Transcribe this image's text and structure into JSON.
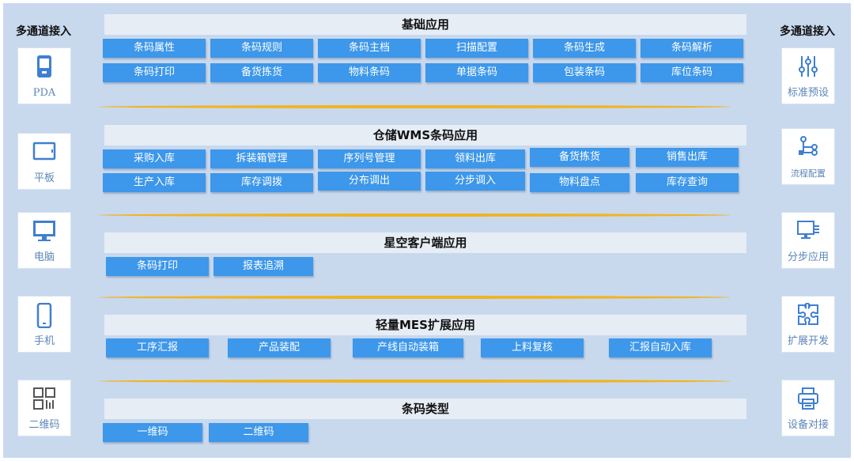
{
  "left_panel": {
    "title": "多通道接入",
    "items": [
      {
        "icon": "pda-icon",
        "label": "PDA"
      },
      {
        "icon": "tablet-icon",
        "label": "平板"
      },
      {
        "icon": "monitor-icon",
        "label": "电脑"
      },
      {
        "icon": "phone-icon",
        "label": "手机"
      },
      {
        "icon": "qrcode-icon",
        "label": "二维码"
      }
    ]
  },
  "right_panel": {
    "title": "多通道接入",
    "items": [
      {
        "icon": "sliders-icon",
        "label": "标准预设"
      },
      {
        "icon": "flow-icon",
        "label": "流程配置"
      },
      {
        "icon": "stepped-app-icon",
        "label": "分步应用"
      },
      {
        "icon": "puzzle-icon",
        "label": "扩展开发"
      },
      {
        "icon": "printer-icon",
        "label": "设备对接"
      }
    ]
  },
  "sections": [
    {
      "title": "基础应用",
      "rows": [
        [
          "条码属性",
          "条码规则",
          "条码主档",
          "扫描配置",
          "条码生成",
          "条码解析"
        ],
        [
          "条码打印",
          "备货拣货",
          "物料条码",
          "单据条码",
          "包装条码",
          "库位条码"
        ]
      ]
    },
    {
      "title": "仓储WMS条码应用",
      "rows": [
        [
          "采购入库",
          "拆装箱管理",
          "序列号管理",
          "领料出库",
          "备货拣货",
          "销售出库"
        ],
        [
          "生产入库",
          "库存调拨",
          "分布调出",
          "分步调入",
          "物料盘点",
          "库存查询"
        ]
      ]
    },
    {
      "title": "星空客户端应用",
      "rows": [
        [
          "条码打印",
          "报表追溯"
        ]
      ]
    },
    {
      "title": "轻量MES扩展应用",
      "rows": [
        [
          "工序汇报",
          "产品装配",
          "产线自动装箱",
          "上料复核",
          "汇报自动入库"
        ]
      ]
    },
    {
      "title": "条码类型",
      "rows": [
        [
          "一维码",
          "二维码"
        ]
      ]
    }
  ],
  "colors": {
    "background": "#c8d9ee",
    "button": "#3d97ea",
    "divider": "#f2b320",
    "side_label": "#5b86b8"
  }
}
